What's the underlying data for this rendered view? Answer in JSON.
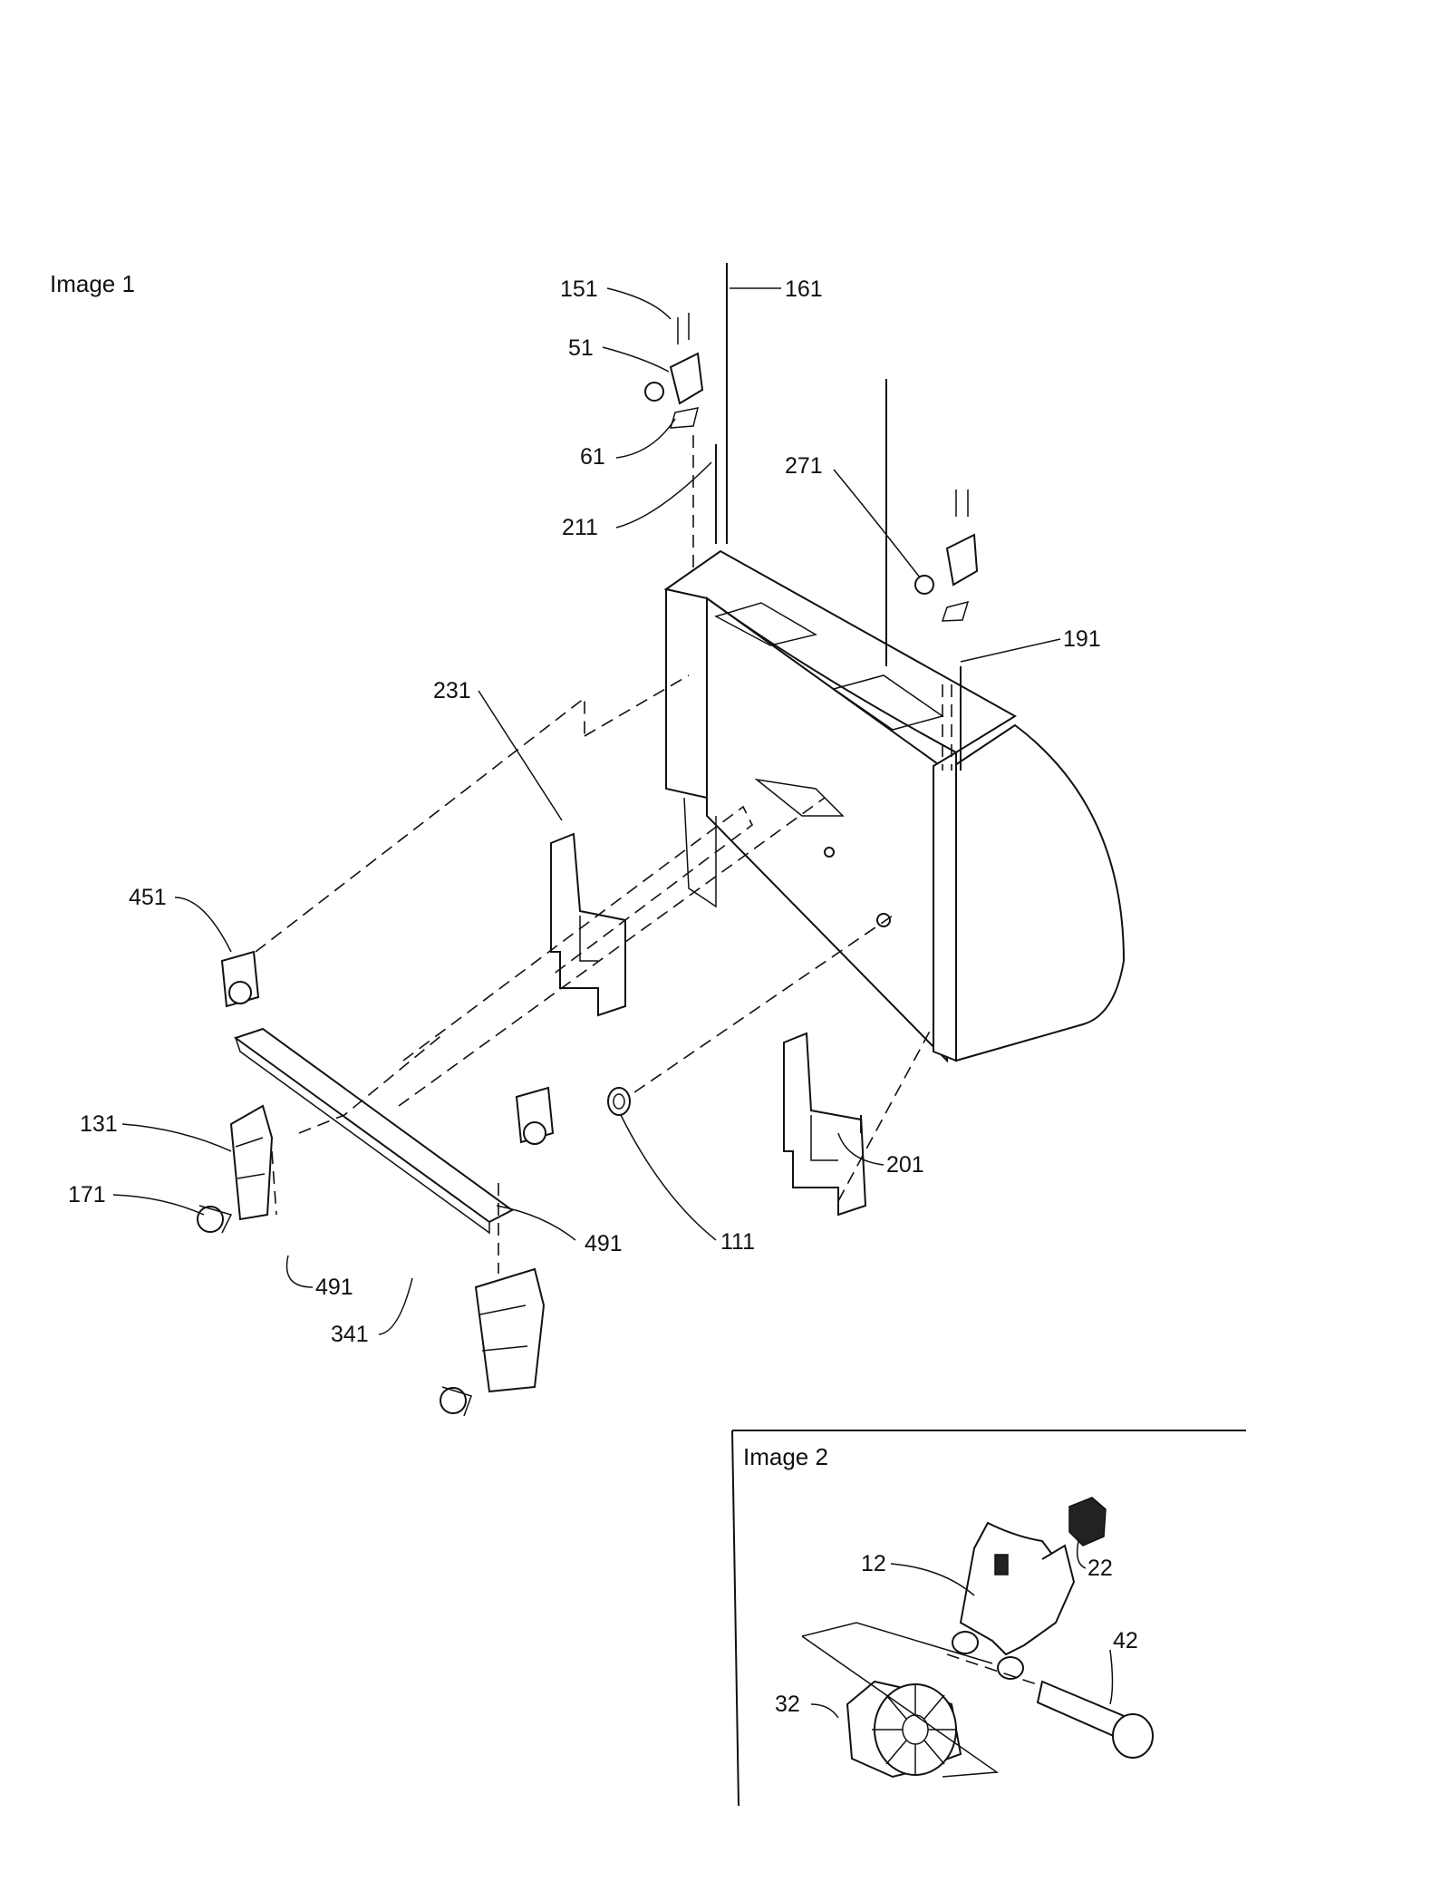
{
  "image1": {
    "title": "Image 1",
    "callouts": [
      "151",
      "161",
      "51",
      "61",
      "211",
      "271",
      "191",
      "231",
      "451",
      "131",
      "171",
      "491",
      "341",
      "491",
      "111",
      "201"
    ]
  },
  "image2": {
    "title": "Image 2",
    "callouts": [
      "12",
      "22",
      "42",
      "32"
    ]
  }
}
